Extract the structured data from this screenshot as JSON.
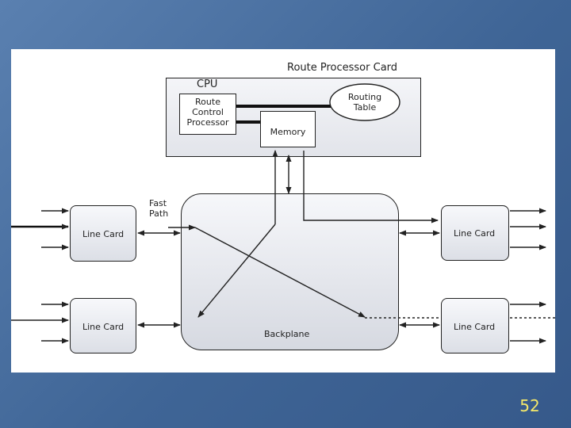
{
  "slide": {
    "number": "52",
    "colors": {
      "background": "#4a6f9e",
      "panel": "#ffffff",
      "slide_number": "#f5e96a"
    }
  },
  "diagram": {
    "route_processor_card": {
      "title": "Route Processor Card"
    },
    "cpu": {
      "label": "CPU"
    },
    "route_control_processor": {
      "label": "Route\nControl\nProcessor"
    },
    "routing_table": {
      "label": "Routing\nTable"
    },
    "memory": {
      "label": "Memory"
    },
    "fast_path": {
      "label": "Fast\nPath"
    },
    "backplane": {
      "label": "Backplane"
    },
    "line_cards": {
      "left_top": "Line Card",
      "left_bottom": "Line Card",
      "right_top": "Line Card",
      "right_bottom": "Line Card"
    }
  }
}
